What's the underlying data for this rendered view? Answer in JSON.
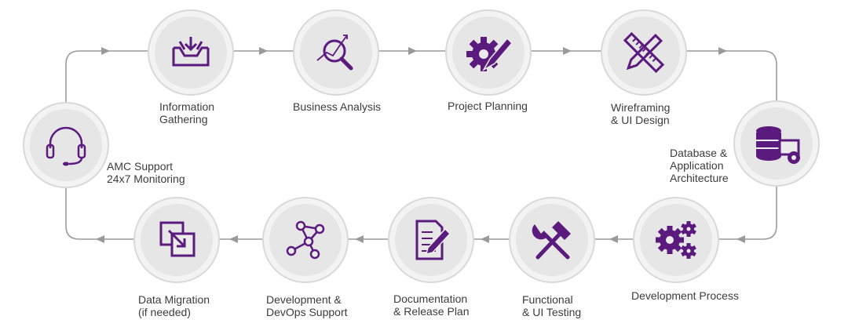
{
  "colors": {
    "accent": "#5b1a7d",
    "connector": "#9a9a9a",
    "circle_fill": "#e6e6e6",
    "circle_ring": "#f3f3f3",
    "text": "#3c3c3c"
  },
  "steps": [
    {
      "label": "Information\nGathering",
      "icon": "download-tray-icon"
    },
    {
      "label": "Business Analysis",
      "icon": "magnifier-chart-icon"
    },
    {
      "label": "Project Planning",
      "icon": "gear-pencil-icon"
    },
    {
      "label": "Wireframing\n& UI Design",
      "icon": "ruler-pencil-icon"
    },
    {
      "label": "Database &\nApplication\nArchitecture",
      "icon": "database-monitor-icon"
    },
    {
      "label": "Development Process",
      "icon": "gears-icon"
    },
    {
      "label": "Functional\n& UI Testing",
      "icon": "hammer-wrench-icon"
    },
    {
      "label": "Documentation\n& Release Plan",
      "icon": "document-pencil-icon"
    },
    {
      "label": "Development &\nDevOps Support",
      "icon": "nodes-icon"
    },
    {
      "label": "Data Migration\n(if needed)",
      "icon": "migration-icon"
    },
    {
      "label": "AMC Support\n24x7 Monitoring",
      "icon": "headset-icon"
    }
  ]
}
